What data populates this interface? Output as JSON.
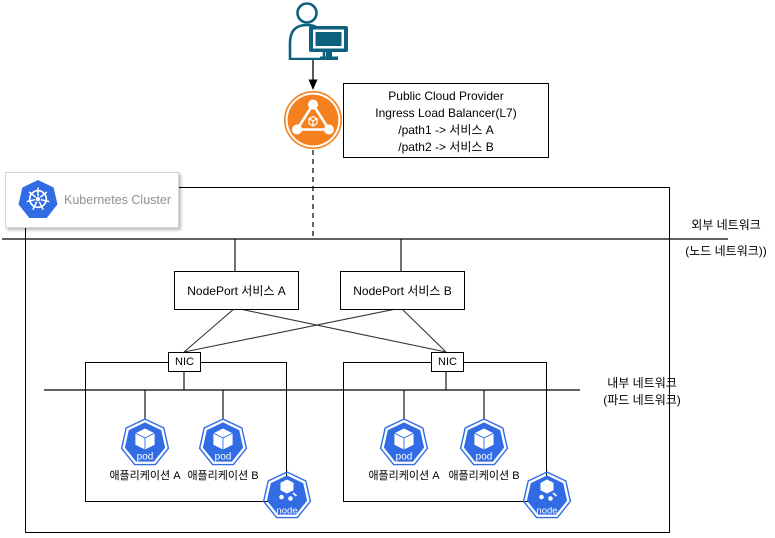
{
  "colors": {
    "k8s_blue": "#326CE5",
    "lb_orange": "#F4811E",
    "actor_teal": "#0E607F",
    "line_black": "#000000",
    "cluster_label_gray": "#919191"
  },
  "load_balancer": {
    "lines": [
      "Public Cloud Provider",
      "Ingress Load Balancer(L7)",
      "/path1 -> 서비스 A",
      "/path2 -> 서비스 B"
    ]
  },
  "cluster": {
    "label": "Kubernetes Cluster"
  },
  "external_network": {
    "line1": "외부 네트워크",
    "line2": "(노드 네트워크))"
  },
  "internal_network": {
    "line1": "내부 네트워크",
    "line2": "(파드 네트워크)"
  },
  "nodeport_services": [
    {
      "label": "NodePort 서비스 A"
    },
    {
      "label": "NodePort 서비스 B"
    }
  ],
  "nodes": [
    {
      "nic_label": "NIC",
      "node_icon_label": "node",
      "pods": [
        {
          "icon_label": "pod",
          "app_label": "애플리케이션 A"
        },
        {
          "icon_label": "pod",
          "app_label": "애플리케이션 B"
        }
      ]
    },
    {
      "nic_label": "NIC",
      "node_icon_label": "node",
      "pods": [
        {
          "icon_label": "pod",
          "app_label": "애플리케이션 A"
        },
        {
          "icon_label": "pod",
          "app_label": "애플리케이션 B"
        }
      ]
    }
  ]
}
